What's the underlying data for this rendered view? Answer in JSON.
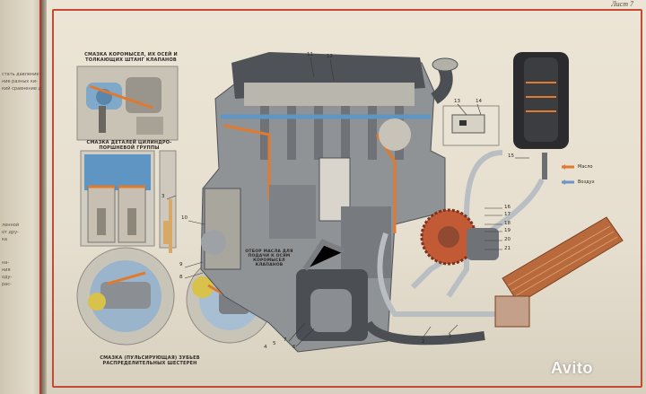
{
  "sheet_label": "Лист 7",
  "insets": {
    "top_caption": "СМАЗКА КОРОМЫСЕЛ, ИХ ОСЕЙ И ТОЛКАЮЩИХ ШТАНГ КЛАПАНОВ",
    "middle_caption": "СМАЗКА ДЕТАЛЕЙ ЦИЛИНДРО-ПОРШНЕВОЙ ГРУППЫ",
    "bottom_caption": "СМАЗКА (ПУЛЬСИРУЮЩАЯ) ЗУБЬЕВ РАСПРЕДЕЛИТЕЛЬНЫХ ШЕСТЕРЕН"
  },
  "callout_oil_feed": "ОТБОР МАСЛА ДЛЯ ПОДАЧИ К ОСЯМ КОРОМЫСЕЛ КЛАПАНОВ",
  "legend": {
    "oil": "Масло",
    "air": "Воздух"
  },
  "numbers": [
    "11",
    "12",
    "13",
    "14",
    "15",
    "16",
    "17",
    "18",
    "19",
    "20",
    "21",
    "10",
    "9",
    "8",
    "7",
    "6",
    "5",
    "4",
    "3",
    "2",
    "1"
  ],
  "left_page_fragments": [
    "стать давление мас-",
    "ние разных ки-",
    "кий сравнение да-",
    "ленной",
    "от дру-",
    "ка",
    "на-",
    "ния",
    "оду-",
    "рас-"
  ],
  "watermark": "Avito",
  "colors": {
    "frame_red": "#c44a36",
    "oil_orange": "#e07a2e",
    "air_blue": "#6d93c9",
    "paper": "#e8e1d1"
  }
}
